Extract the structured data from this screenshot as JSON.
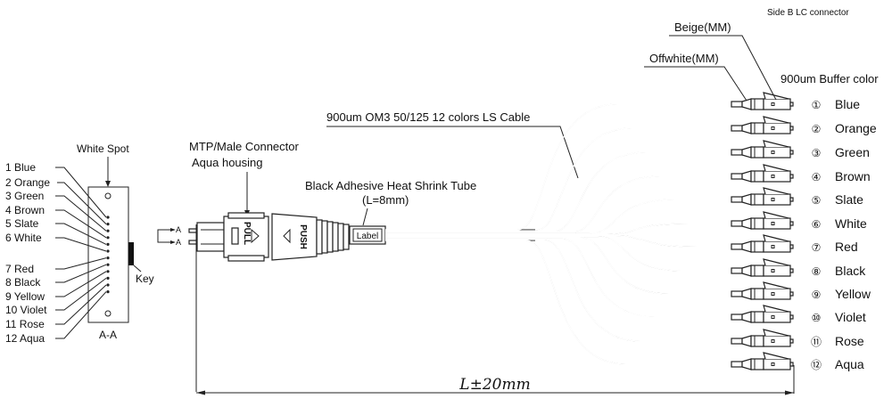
{
  "header": {
    "side_b_title": "Side B LC  connector"
  },
  "end_face": {
    "white_spot_label": "White Spot",
    "key_label": "Key",
    "section_label": "A-A",
    "fibers": [
      {
        "num": "1",
        "color": "Blue"
      },
      {
        "num": "2",
        "color": "Orange"
      },
      {
        "num": "3",
        "color": "Green"
      },
      {
        "num": "4",
        "color": "Brown"
      },
      {
        "num": "5",
        "color": "Slate"
      },
      {
        "num": "6",
        "color": "White"
      },
      {
        "num": "7",
        "color": "Red"
      },
      {
        "num": "8",
        "color": "Black"
      },
      {
        "num": "9",
        "color": "Yellow"
      },
      {
        "num": "10",
        "color": "Violet"
      },
      {
        "num": "11",
        "color": "Rose"
      },
      {
        "num": "12",
        "color": "Aqua"
      }
    ]
  },
  "section_marker": {
    "top": "A",
    "bottom": "A"
  },
  "connector_a": {
    "title_line1": "MTP/Male Connector",
    "title_line2": "Aqua housing",
    "pull_label": "PULL",
    "push_label": "PUSH"
  },
  "heat_shrink": {
    "title": "Black Adhesive Heat Shrink Tube",
    "length": "(L=8mm)",
    "label_text": "Label"
  },
  "cable": {
    "title": "900um OM3 50/125 12 colors LS Cable"
  },
  "side_b": {
    "offwhite_label": "Offwhite(MM)",
    "beige_label": "Beige(MM)",
    "buffer_title": "900um Buffer color",
    "legs": [
      {
        "num": "①",
        "color": "Blue"
      },
      {
        "num": "②",
        "color": "Orange"
      },
      {
        "num": "③",
        "color": "Green"
      },
      {
        "num": "④",
        "color": "Brown"
      },
      {
        "num": "⑤",
        "color": "Slate"
      },
      {
        "num": "⑥",
        "color": "White"
      },
      {
        "num": "⑦",
        "color": "Red"
      },
      {
        "num": "⑧",
        "color": "Black"
      },
      {
        "num": "⑨",
        "color": "Yellow"
      },
      {
        "num": "⑩",
        "color": "Violet"
      },
      {
        "num": "⑪",
        "color": "Rose"
      },
      {
        "num": "⑫",
        "color": "Aqua"
      }
    ]
  },
  "dimension": {
    "length_label": "L±20mm"
  }
}
